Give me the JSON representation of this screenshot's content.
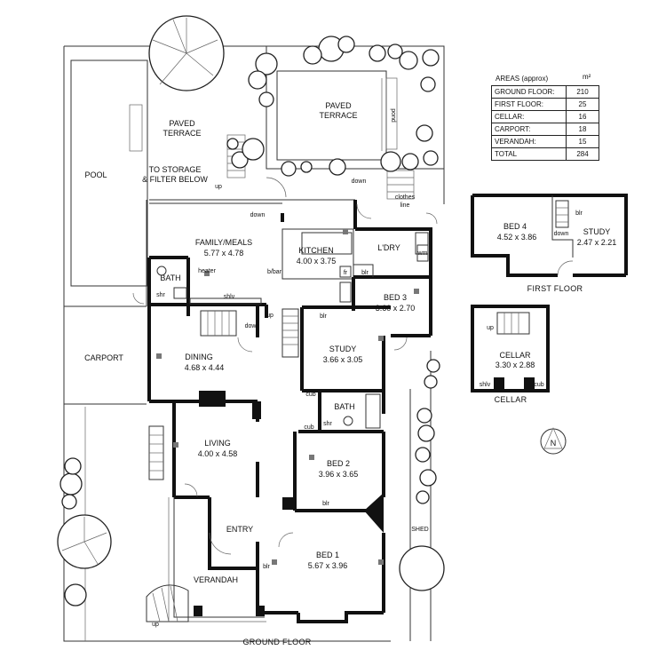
{
  "areas": {
    "title": "AREAS (approx)",
    "unit": "m²",
    "rows": [
      {
        "label": "GROUND FLOOR:",
        "value": "210"
      },
      {
        "label": "FIRST FLOOR:",
        "value": "25"
      },
      {
        "label": "CELLAR:",
        "value": "16"
      },
      {
        "label": "CARPORT:",
        "value": "18"
      },
      {
        "label": "VERANDAH:",
        "value": "15"
      }
    ],
    "total": {
      "label": "TOTAL",
      "value": "284"
    }
  },
  "outdoor": {
    "paved_terrace_left": [
      "PAVED",
      "TERRACE"
    ],
    "paved_terrace_top": [
      "PAVED",
      "TERRACE"
    ],
    "pond": "pond",
    "pool": "POOL",
    "to_storage": [
      "TO STORAGE",
      "& FILTER BELOW"
    ],
    "up": "up",
    "down": "down",
    "clothes_line": [
      "clothes",
      "line"
    ],
    "carport": "CARPORT",
    "shed": "SHED",
    "verandah": "VERANDAH",
    "verandah_up": "up"
  },
  "ground_floor": {
    "label": "GROUND FLOOR",
    "rooms": {
      "family": {
        "name": "FAMILY/MEALS",
        "size": "5.77 x 4.78"
      },
      "kitchen": {
        "name": "KITCHEN",
        "size": "4.00 x 3.75"
      },
      "laundry": {
        "name": "L'DRY"
      },
      "bath_left": {
        "name": "BATH"
      },
      "bed3": {
        "name": "BED 3",
        "size": "3.60 x 2.70"
      },
      "study": {
        "name": "STUDY",
        "size": "3.66 x 3.05"
      },
      "dining": {
        "name": "DINING",
        "size": "4.68 x 4.44"
      },
      "bath_mid": {
        "name": "BATH"
      },
      "living": {
        "name": "LIVING",
        "size": "4.00 x 4.58"
      },
      "bed2": {
        "name": "BED 2",
        "size": "3.96 x 3.65"
      },
      "entry": {
        "name": "ENTRY"
      },
      "bed1": {
        "name": "BED 1",
        "size": "5.67 x 3.96"
      }
    },
    "fixtures": {
      "heater": "heater",
      "shr": "shr",
      "shlv": "shlv",
      "bbar": "b/bar",
      "fr": "fr",
      "blr": "blr",
      "wm": "wm",
      "cub": "cub",
      "down": "down",
      "up": "up"
    }
  },
  "first_floor": {
    "label": "FIRST FLOOR",
    "bed4": {
      "name": "BED 4",
      "size": "4.52 x 3.86"
    },
    "study": {
      "name": "STUDY",
      "size": "2.47 x 2.21"
    },
    "blr": "blr",
    "down": "down"
  },
  "cellar": {
    "label": "CELLAR",
    "room": {
      "name": "CELLAR",
      "size": "3.30 x 2.88"
    },
    "up": "up",
    "shlv": "shlv",
    "cub": "cub"
  },
  "north": "N"
}
